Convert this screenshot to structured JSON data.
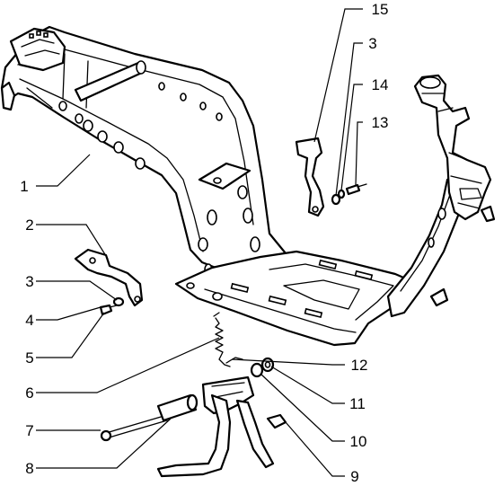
{
  "callouts": [
    {
      "id": "c1",
      "label": "1"
    },
    {
      "id": "c2",
      "label": "2"
    },
    {
      "id": "c3a",
      "label": "3"
    },
    {
      "id": "c4",
      "label": "4"
    },
    {
      "id": "c5",
      "label": "5"
    },
    {
      "id": "c6",
      "label": "6"
    },
    {
      "id": "c7",
      "label": "7"
    },
    {
      "id": "c8",
      "label": "8"
    },
    {
      "id": "c9",
      "label": "9"
    },
    {
      "id": "c10",
      "label": "10"
    },
    {
      "id": "c11",
      "label": "11"
    },
    {
      "id": "c12",
      "label": "12"
    },
    {
      "id": "c13",
      "label": "13"
    },
    {
      "id": "c14",
      "label": "14"
    },
    {
      "id": "c3b",
      "label": "3"
    },
    {
      "id": "c15",
      "label": "15"
    }
  ]
}
